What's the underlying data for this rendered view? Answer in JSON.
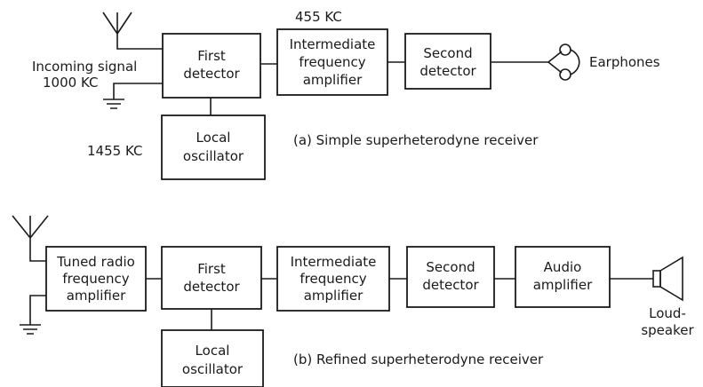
{
  "diagram_a": {
    "freq_if": "455 KC",
    "incoming_line1": "Incoming signal",
    "incoming_line2": "1000 KC",
    "freq_osc": "1455 KC",
    "first_detector": [
      "First",
      "detector"
    ],
    "if_amplifier": [
      "Intermediate",
      "frequency",
      "amplifier"
    ],
    "second_detector": [
      "Second",
      "detector"
    ],
    "local_oscillator": [
      "Local",
      "oscillator"
    ],
    "earphones": "Earphones",
    "caption": "(a) Simple superheterodyne receiver"
  },
  "diagram_b": {
    "rf_amplifier": [
      "Tuned radio",
      "frequency",
      "amplifier"
    ],
    "first_detector": [
      "First",
      "detector"
    ],
    "if_amplifier": [
      "Intermediate",
      "frequency",
      "amplifier"
    ],
    "second_detector": [
      "Second",
      "detector"
    ],
    "audio_amplifier": [
      "Audio",
      "amplifier"
    ],
    "local_oscillator": [
      "Local",
      "oscillator"
    ],
    "loudspeaker": [
      "Loud-",
      "speaker"
    ],
    "caption": "(b) Refined superheterodyne receiver"
  }
}
